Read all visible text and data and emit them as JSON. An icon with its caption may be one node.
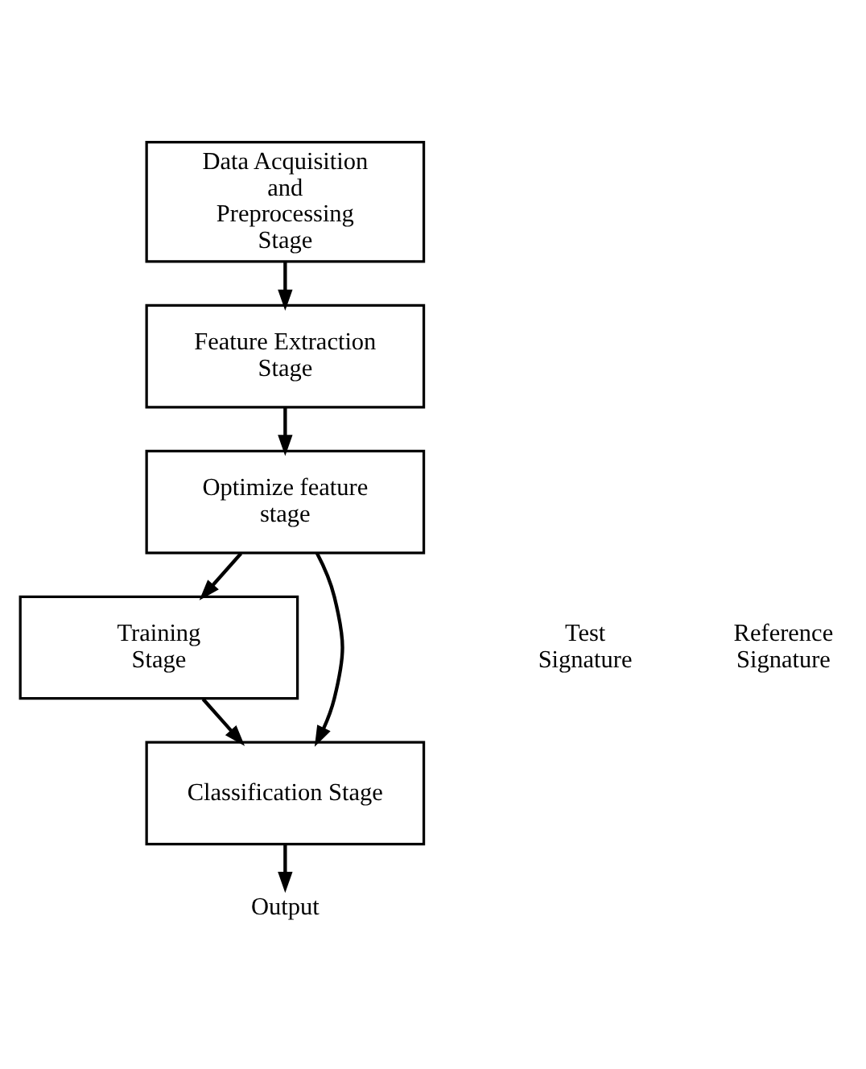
{
  "diagram": {
    "nodes": [
      {
        "text": [
          "Data Acquisition and Preprocessing Stage"
        ]
      },
      {
        "text": [
          "Feature Extraction Stage"
        ]
      },
      {
        "text": [
          "Optimize feature stage"
        ]
      },
      {
        "text": [
          "Training Stage"
        ]
      },
      {
        "text": [
          "Classification Stage"
        ]
      },
      {
        "text": [
          "Output"
        ]
      }
    ],
    "edges": [
      {
        "from": 0,
        "to": 1,
        "arrow": "to"
      },
      {
        "from": 1,
        "to": 2,
        "arrow": "to"
      },
      {
        "from": 2,
        "to": 3,
        "arrow": "to"
      },
      {
        "from": 2,
        "to": 4,
        "arrow": "to"
      },
      {
        "from": 3,
        "to": 4,
        "arrow": "to"
      },
      {
        "from": 4,
        "to": 5,
        "arrow": "to"
      }
    ],
    "labels": [
      "Test Signature",
      "Reference Signature"
    ]
  }
}
